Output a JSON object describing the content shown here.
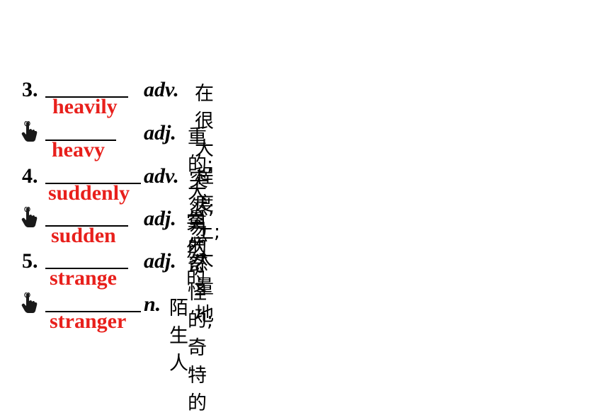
{
  "rows": [
    {
      "num": "3.",
      "answer": "heavily",
      "pos": "adv.",
      "meaning": "在很大程度上; 大量地"
    },
    {
      "num": "",
      "answer": "heavy",
      "pos": "adj.",
      "meaning": "重的;  大量的"
    },
    {
      "num": "4.",
      "answer": "suddenly",
      "pos": "adv.",
      "meaning": "突然; 忽然"
    },
    {
      "num": "",
      "answer": "sudden",
      "pos": "adj.",
      "meaning": " 突然的"
    },
    {
      "num": "5.",
      "answer": "strange",
      "pos": "adj.",
      "meaning": "奇怪的; 奇特的"
    },
    {
      "num": "",
      "answer": "stranger",
      "pos": "n.",
      "meaning": "陌生人"
    }
  ],
  "icons": {
    "pointer": "hand-pointer-icon"
  },
  "colors": {
    "answer": "#e8201c"
  }
}
